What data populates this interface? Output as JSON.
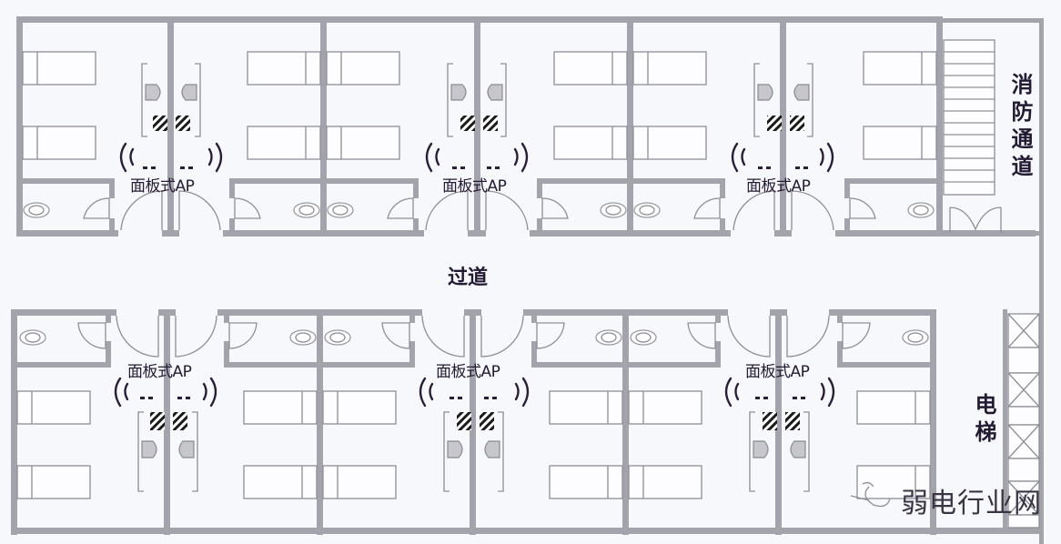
{
  "plan": {
    "corridor_label": "过道",
    "fire_exit_label": "消防通道",
    "elevator_label": "电梯",
    "watermark": "弱电行业网",
    "colors": {
      "wall": "#a3a3ab",
      "background": "#f7f8fb",
      "text": "#231a33"
    }
  },
  "access_points": [
    {
      "label": "面板式AP",
      "row": "top",
      "position": 1
    },
    {
      "label": "面板式AP",
      "row": "top",
      "position": 2
    },
    {
      "label": "面板式AP",
      "row": "top",
      "position": 3
    },
    {
      "label": "面板式AP",
      "row": "bottom",
      "position": 1
    },
    {
      "label": "面板式AP",
      "row": "bottom",
      "position": 2
    },
    {
      "label": "面板式AP",
      "row": "bottom",
      "position": 3
    }
  ],
  "rooms": {
    "top_row_count": 6,
    "bottom_row_count": 6,
    "beds_per_room": 2,
    "elevator_shafts": 4,
    "stair_steps": 13
  }
}
